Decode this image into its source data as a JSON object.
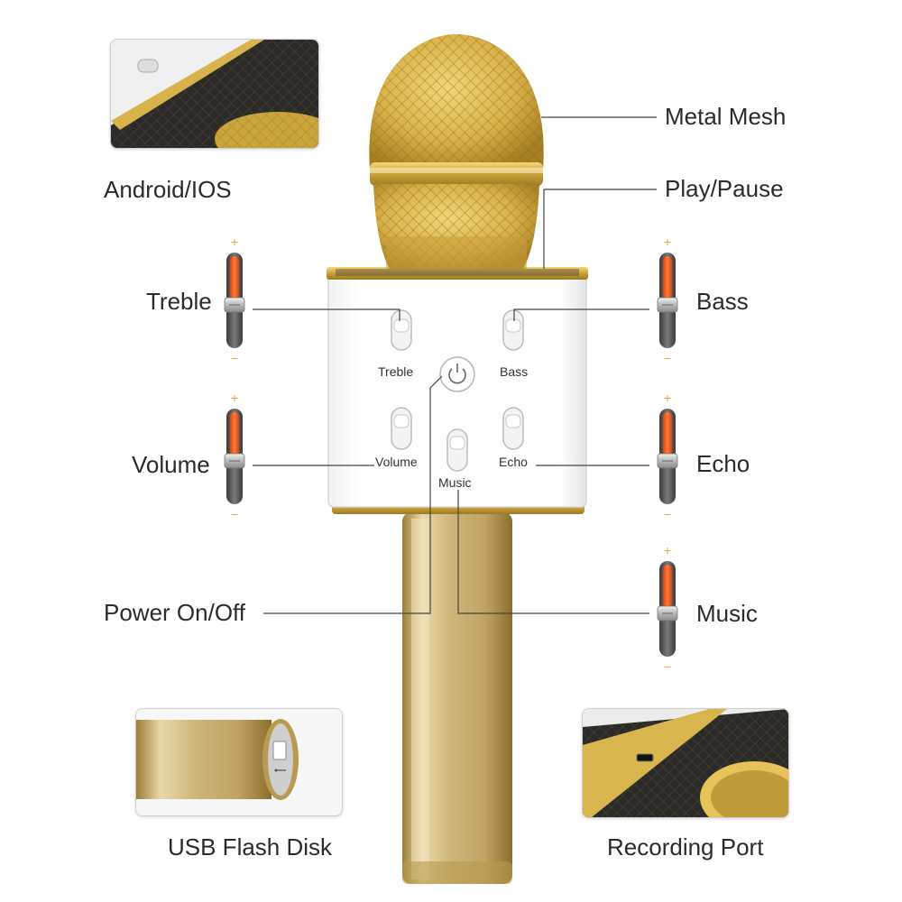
{
  "labels": {
    "metal_mesh": "Metal Mesh",
    "play_pause": "Play/Pause",
    "android_ios": "Android/IOS",
    "treble": "Treble",
    "bass": "Bass",
    "volume": "Volume",
    "echo": "Echo",
    "power": "Power On/Off",
    "music": "Music",
    "usb": "USB Flash Disk",
    "recording": "Recording Port"
  },
  "body_labels": {
    "treble": "Treble",
    "bass": "Bass",
    "volume": "Volume",
    "echo": "Echo",
    "music": "Music"
  },
  "slider_icons": {
    "plus": "+",
    "minus": "−"
  },
  "icons": [
    "power-icon",
    "usb-icon",
    "usb-port-icon"
  ],
  "colors": {
    "gold": "#d4b052",
    "gold_dark": "#a9862e",
    "orange": "#f25a1b",
    "slider_gray": "#555555",
    "white_body": "#ffffff",
    "leader_line": "#444444"
  }
}
